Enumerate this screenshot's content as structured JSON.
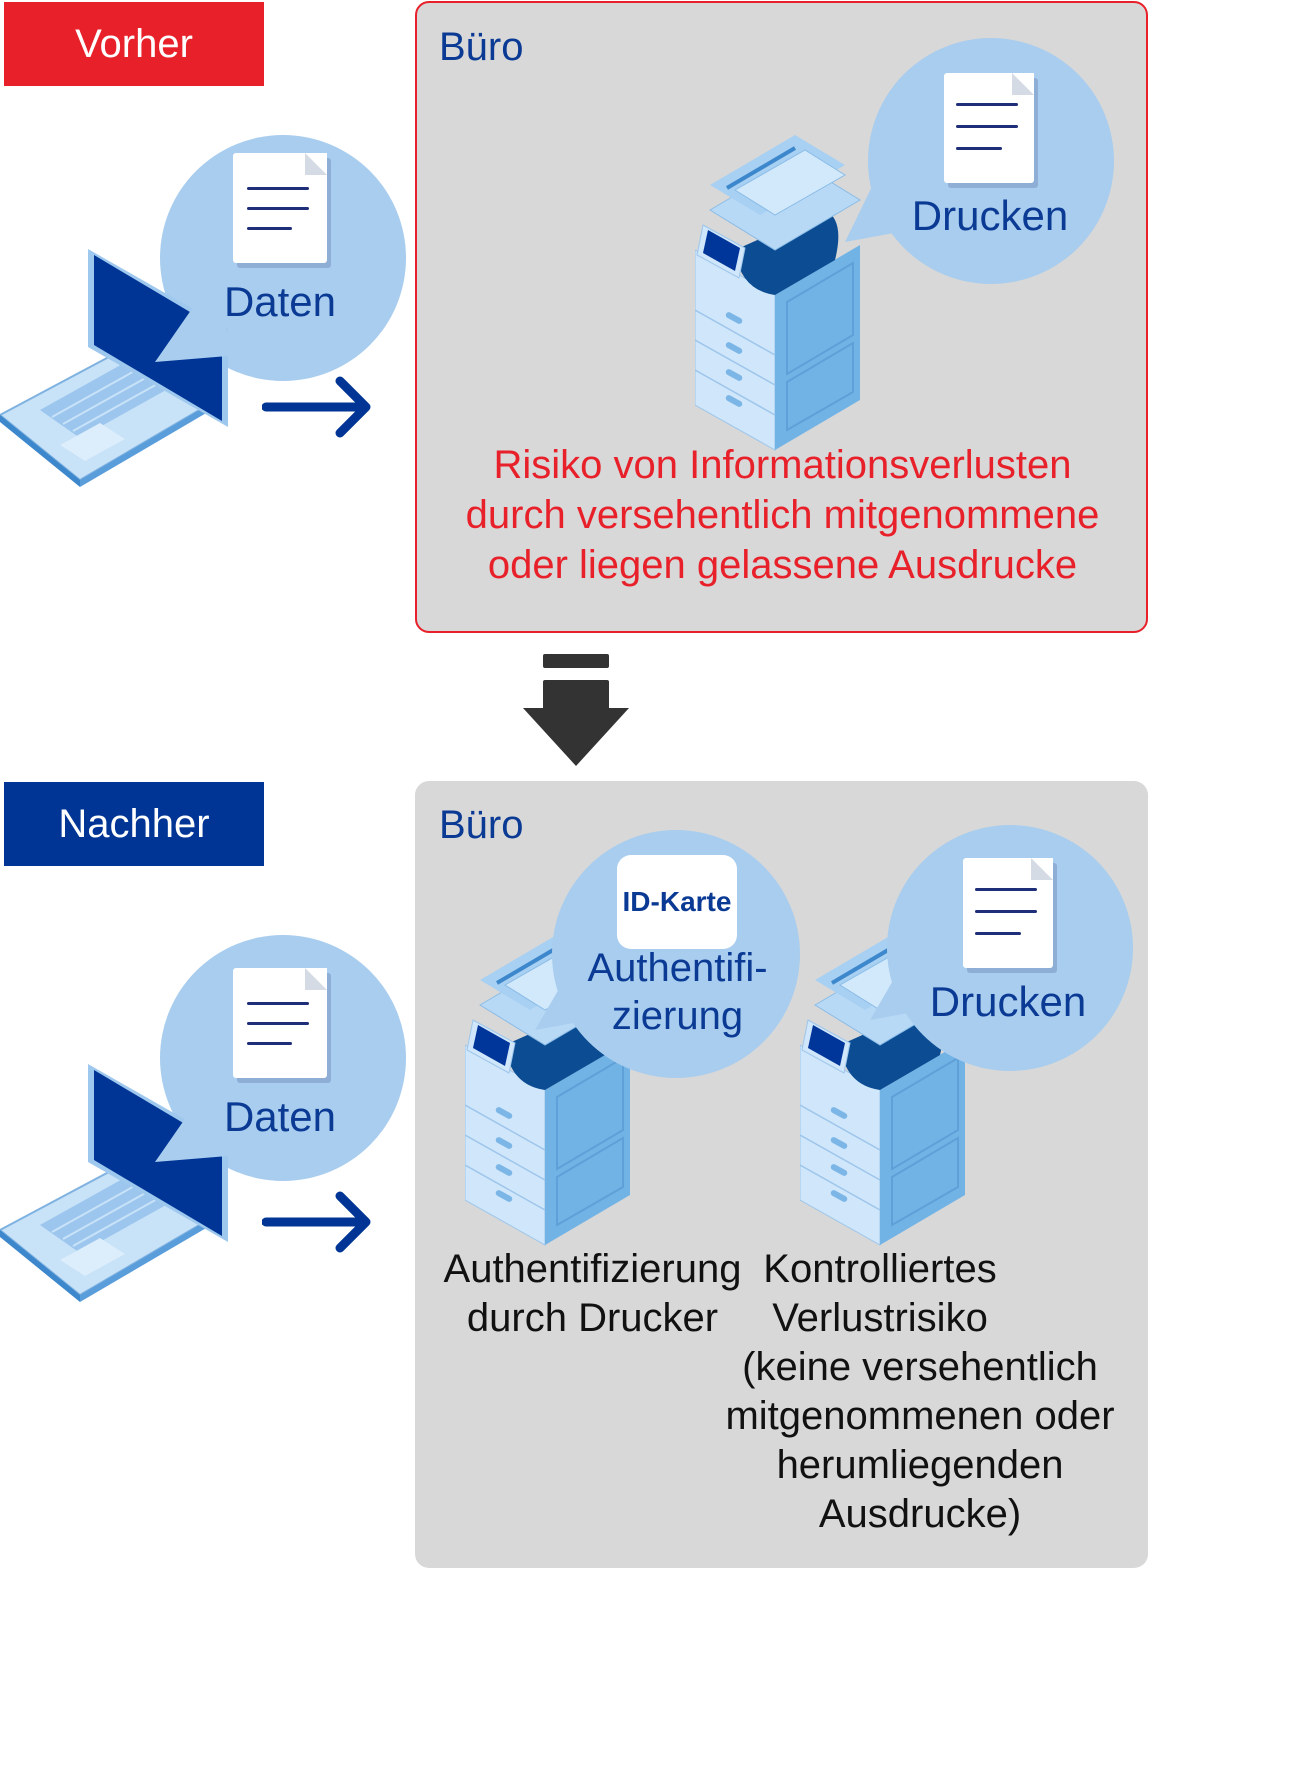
{
  "before": {
    "tag": "Vorher",
    "laptop_bubble": "Daten",
    "office_title": "Büro",
    "printer_bubble": "Drucken",
    "risk_lines": [
      "Risiko von Informationsverlusten",
      "durch versehentlich mitgenommene",
      "oder liegen gelassene Ausdrucke"
    ]
  },
  "after": {
    "tag": "Nachher",
    "laptop_bubble": "Daten",
    "office_title": "Büro",
    "auth_bubble": {
      "card": "ID-Karte",
      "lines": [
        "Authentifi-",
        "zierung"
      ]
    },
    "print_bubble": "Drucken",
    "caption_left": [
      "Authentifizierung",
      "durch Drucker"
    ],
    "caption_right": [
      "Kontrolliertes",
      "Verlustrisiko",
      "(keine versehentlich",
      "mitgenommenen oder",
      "herumliegenden",
      "Ausdrucke)"
    ]
  },
  "colors": {
    "before_red": "#e8202a",
    "after_blue": "#003595",
    "bubble_blue": "#a9cdee",
    "office_gray": "#d8d8d8",
    "arrow_dark": "#333333"
  }
}
